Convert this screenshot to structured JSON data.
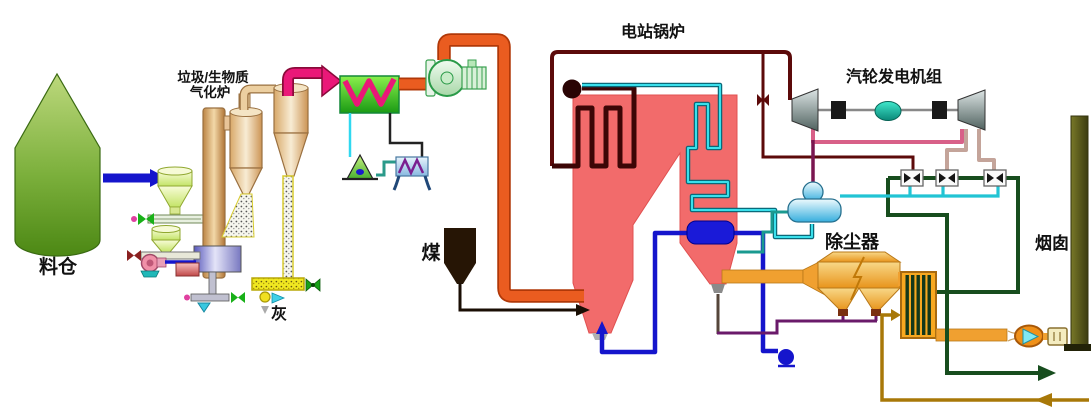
{
  "diagram": {
    "labels": {
      "silo": "料仓",
      "gasifier_line1": "垃圾/生物质",
      "gasifier_line2": "气化炉",
      "ash": "灰",
      "coal": "煤",
      "boiler": "电站锅炉",
      "turbine_generator": "汽轮发电机组",
      "dust_collector": "除尘器",
      "chimney": "烟囱"
    },
    "equipment": [
      "storage-silo",
      "feed-hopper",
      "screw-feeder",
      "gasifier-column",
      "cyclone-1",
      "cyclone-2",
      "ash-standpipe",
      "ash-conveyor",
      "syngas-cooler",
      "gasification-air-fan",
      "water-seal",
      "gas-scrubber",
      "coal-hopper",
      "power-station-boiler",
      "steam-drum",
      "furnace-coil",
      "superheater-coil",
      "economizer-drum",
      "boiler-feed-pump",
      "hp-turbine",
      "generator",
      "lp-turbine",
      "condenser",
      "feedwater-heaters",
      "dust-collector-esp",
      "air-preheater",
      "induced-draft-fan",
      "silencer",
      "chimney-stack"
    ],
    "colors": {
      "silo_green": "#6aa42c",
      "gasifier_tan": "#d8a868",
      "syngas_pipe_orange": "#ea5c20",
      "product_gas_magenta": "#ea1878",
      "boiler_red": "#f26b6b",
      "steam_maroon": "#5c0a0a",
      "steam_cyan": "#35dce8",
      "water_blue": "#1515cc",
      "condensate_teal": "#1a9a90",
      "turbine_gray": "#9aa8a8",
      "generator_teal": "#18c8b0",
      "extraction_tan": "#c4a49a",
      "exhaust_pink": "#d86088",
      "condensate_green": "#174d1e",
      "esp_orange": "#f0a83c",
      "air_gold": "#a87808",
      "ash_purple": "#6a1a6a",
      "chimney_olive": "#55551c",
      "conveyor_yellow": "#f0e820"
    }
  }
}
